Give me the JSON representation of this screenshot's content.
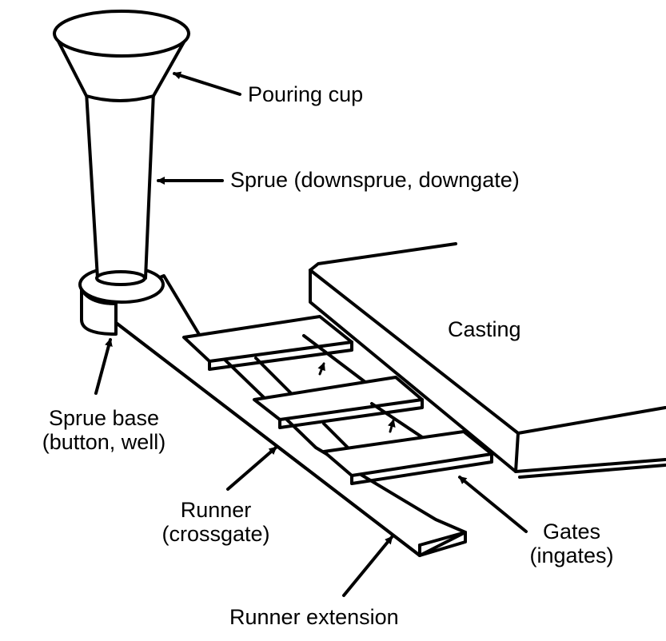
{
  "labels": {
    "pouring_cup": "Pouring cup",
    "sprue": "Sprue (downsprue, downgate)",
    "casting": "Casting",
    "sprue_base_1": "Sprue base",
    "sprue_base_2": "(button, well)",
    "runner_1": "Runner",
    "runner_2": "(crossgate)",
    "gates_1": "Gates",
    "gates_2": "(ingates)",
    "runner_extension": "Runner extension"
  },
  "colors": {
    "ink": "#000000",
    "background": "#ffffff"
  }
}
